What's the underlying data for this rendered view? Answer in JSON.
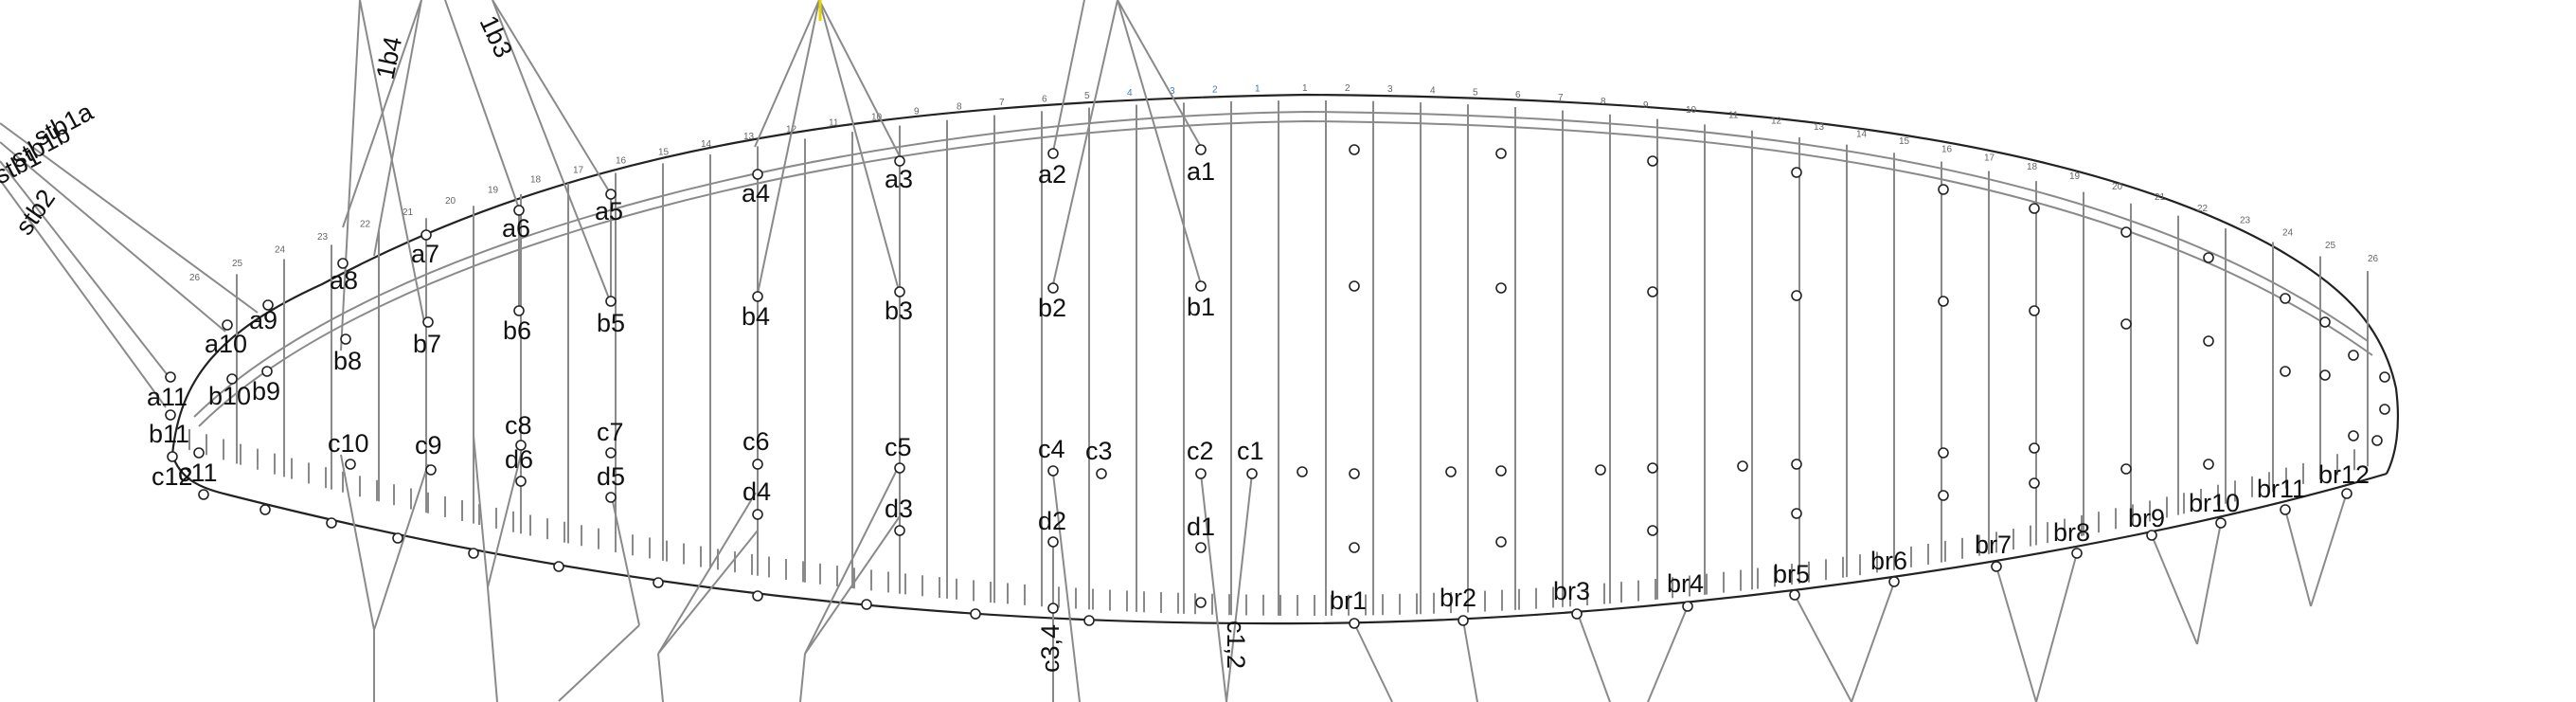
{
  "diagram": {
    "line_labels": {
      "top_left": [
        "stb1a",
        "stb1b",
        "stb1",
        "stb2",
        "1b4",
        "1b3"
      ],
      "a_row": [
        "a1",
        "a2",
        "a3",
        "a4",
        "a5",
        "a6",
        "a7",
        "a8",
        "a9",
        "a10",
        "a11"
      ],
      "b_row": [
        "b1",
        "b2",
        "b3",
        "b4",
        "b5",
        "b6",
        "b7",
        "b8",
        "b9",
        "b10",
        "b11"
      ],
      "c_row": [
        "c1",
        "c2",
        "c3",
        "c4",
        "c5",
        "c6",
        "c7",
        "c8",
        "c9",
        "c10",
        "c11",
        "c12"
      ],
      "d_row": [
        "d1",
        "d2",
        "d3",
        "d4",
        "d5",
        "d6"
      ],
      "brake_row": [
        "br1",
        "br2",
        "br3",
        "br4",
        "br5",
        "br6",
        "br7",
        "br8",
        "br9",
        "br10",
        "br11",
        "br12"
      ],
      "bottom": [
        "c1,2",
        "c3,4"
      ]
    },
    "left_rib_numbers": [
      "1",
      "2",
      "3",
      "4",
      "5",
      "6",
      "7",
      "8",
      "9",
      "10",
      "11",
      "12",
      "13",
      "14",
      "15",
      "16",
      "17",
      "18",
      "19",
      "20",
      "21",
      "22",
      "23",
      "24",
      "25",
      "26"
    ],
    "right_rib_numbers": [
      "1",
      "2",
      "3",
      "4",
      "5",
      "6",
      "7",
      "8",
      "9",
      "10",
      "11",
      "12",
      "13",
      "14",
      "15",
      "16",
      "17",
      "18",
      "19",
      "20",
      "21",
      "22",
      "23",
      "24",
      "25",
      "26"
    ],
    "colors": {
      "line": "#8a8a8a",
      "outline": "#222222",
      "accent": "#e8d200",
      "rib_blue": "#3a78c2"
    }
  }
}
